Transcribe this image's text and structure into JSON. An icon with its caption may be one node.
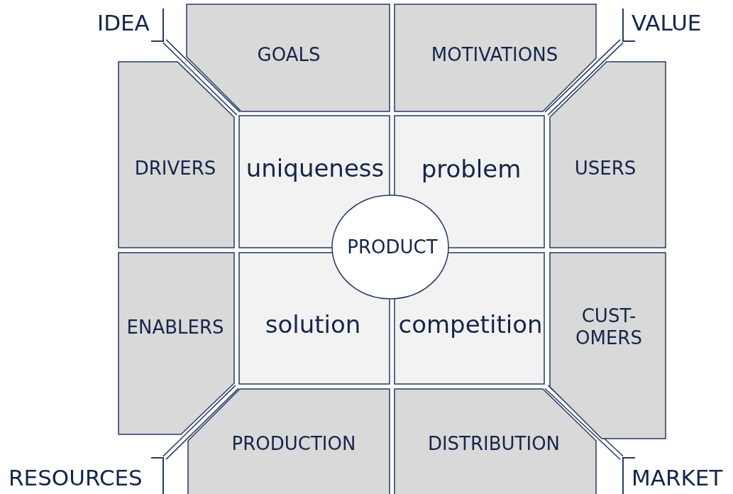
{
  "diagram": {
    "nodes": [
      {
        "text": [
          "GOALS"
        ]
      },
      {
        "text": [
          "MOTIVATIONS"
        ]
      },
      {
        "text": [
          "DRIVERS"
        ]
      },
      {
        "text": [
          "uniqueness"
        ]
      },
      {
        "text": [
          "problem"
        ]
      },
      {
        "text": [
          "USERS"
        ]
      },
      {
        "text": [
          "PRODUCT"
        ]
      },
      {
        "text": [
          "ENABLERS"
        ]
      },
      {
        "text": [
          "solution"
        ]
      },
      {
        "text": [
          "competition"
        ]
      },
      {
        "text": [
          "CUST- OMERS"
        ]
      },
      {
        "text": [
          "PRODUCTION"
        ]
      },
      {
        "text": [
          "DISTRIBUTION"
        ]
      }
    ],
    "labels": [
      "IDEA",
      "VALUE",
      "RESOURCES",
      "MARKET"
    ]
  }
}
